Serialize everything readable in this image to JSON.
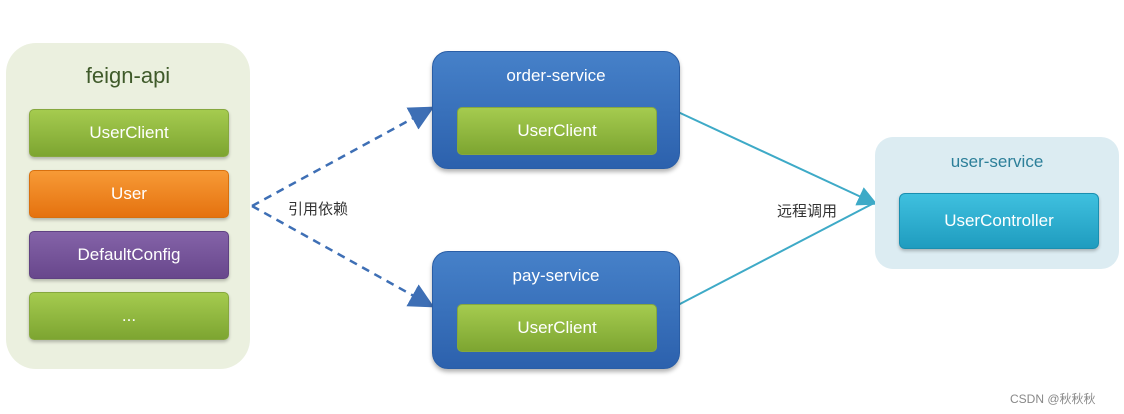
{
  "feign_api": {
    "title": "feign-api",
    "items": [
      {
        "label": "UserClient",
        "color": "#8db83f"
      },
      {
        "label": "User",
        "color": "#ef8524"
      },
      {
        "label": "DefaultConfig",
        "color": "#72529a"
      },
      {
        "label": "...",
        "color": "#8db83f"
      }
    ]
  },
  "order_service": {
    "title": "order-service",
    "client": "UserClient"
  },
  "pay_service": {
    "title": "pay-service",
    "client": "UserClient"
  },
  "user_service": {
    "title": "user-service",
    "controller": "UserController"
  },
  "edges": {
    "dependency_label": "引用依赖",
    "remote_call_label": "远程调用"
  },
  "watermark": "CSDN @秋秋秋"
}
